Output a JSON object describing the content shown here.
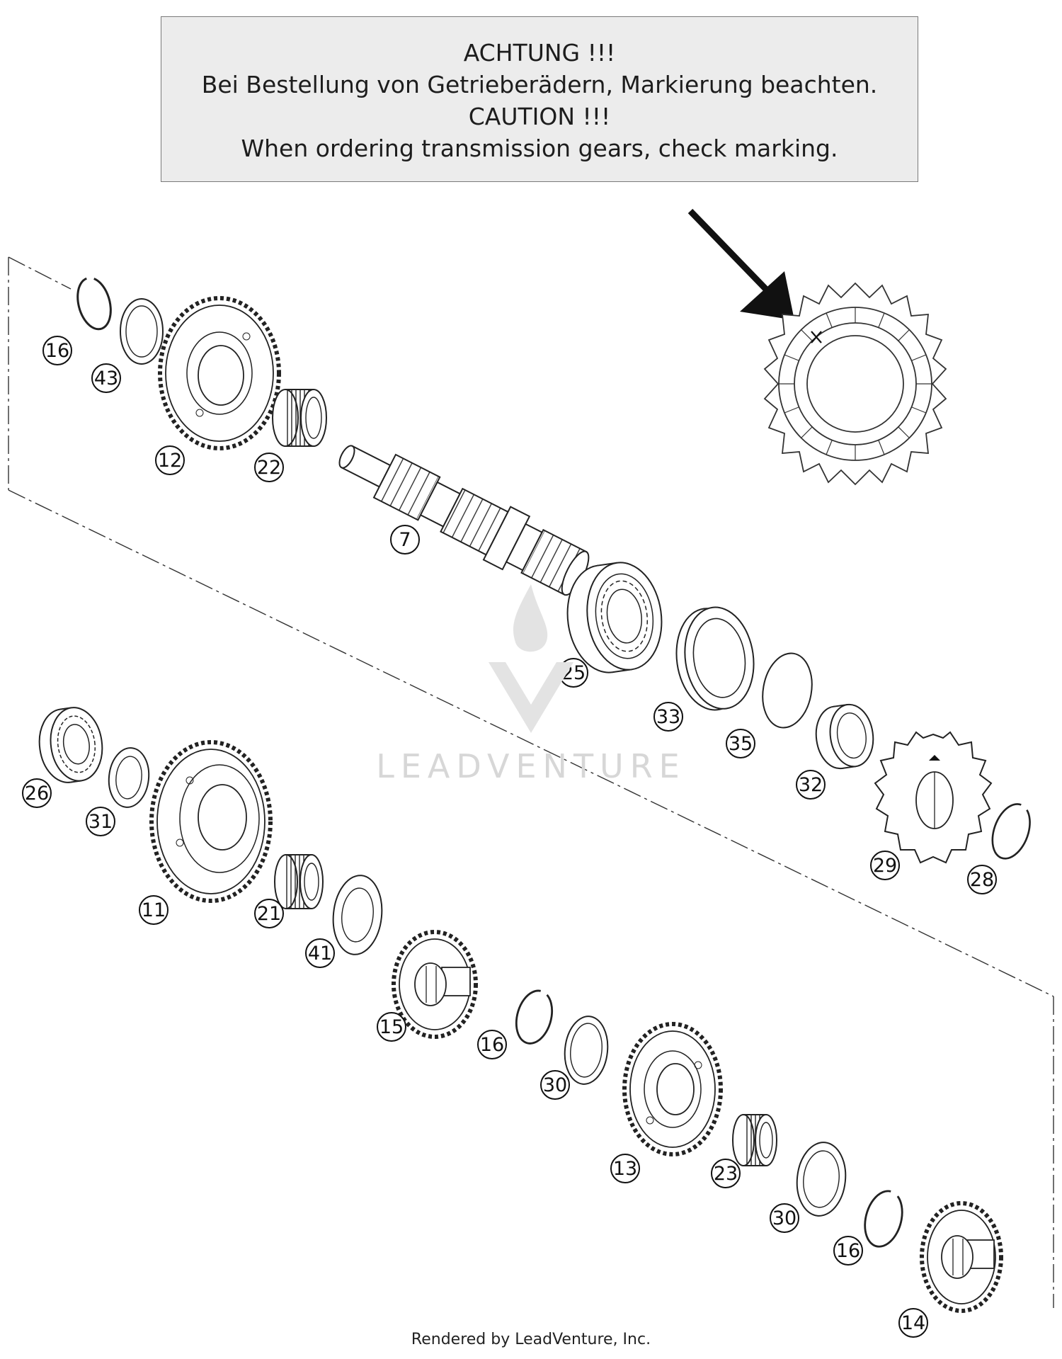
{
  "notice": {
    "line1": "ACHTUNG !!!",
    "line2": "Bei Bestellung von Getrieberädern, Markierung beachten.",
    "line3": "CAUTION !!!",
    "line4": "When ordering transmission gears, check marking."
  },
  "labels": {
    "l16a": "16",
    "l43": "43",
    "l12": "12",
    "l22": "22",
    "l7": "7",
    "l25": "25",
    "l33": "33",
    "l35": "35",
    "l32": "32",
    "l29": "29",
    "l28": "28",
    "l26": "26",
    "l31": "31",
    "l11": "11",
    "l21": "21",
    "l41": "41",
    "l15": "15",
    "l16b": "16",
    "l30a": "30",
    "l13": "13",
    "l23": "23",
    "l30b": "30",
    "l16c": "16",
    "l14": "14"
  },
  "watermark": "LEADVENTURE",
  "footer": "Rendered by LeadVenture, Inc.",
  "colors": {
    "line": "#222222",
    "notice_bg": "#ececec",
    "watermark": "#d7d7d7"
  }
}
